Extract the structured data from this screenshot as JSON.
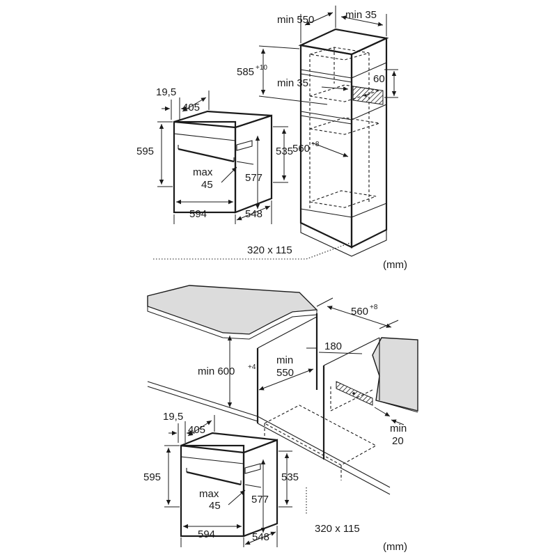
{
  "unit": "(mm)",
  "top_diagram": {
    "cabinet": {
      "min_width": "min 550",
      "min_side": "min 35",
      "height_base": "585",
      "height_tol": "+10",
      "min_depth": "min 35",
      "vent": "60",
      "inner_base": "560",
      "inner_tol": "+8",
      "cutout": "320 x 115"
    },
    "oven": {
      "door": "19,5",
      "depth_top": "405",
      "height": "595",
      "height_inner": "535",
      "max_top": "max",
      "max_val": "45",
      "rear_height": "577",
      "width": "594",
      "depth": "548"
    }
  },
  "bottom_diagram": {
    "cabinet": {
      "inner_base": "560",
      "inner_tol": "+8",
      "vent_width": "180",
      "min_height_base": "min 600",
      "min_height_tol": "+4",
      "min_width_top": "min",
      "min_width_val": "550",
      "min_gap_top": "min",
      "min_gap_val": "20",
      "cutout": "320 x 115"
    },
    "oven": {
      "door": "19,5",
      "depth_top": "405",
      "height": "595",
      "height_inner": "535",
      "max_top": "max",
      "max_val": "45",
      "rear_height": "577",
      "width": "594",
      "depth": "548"
    }
  }
}
